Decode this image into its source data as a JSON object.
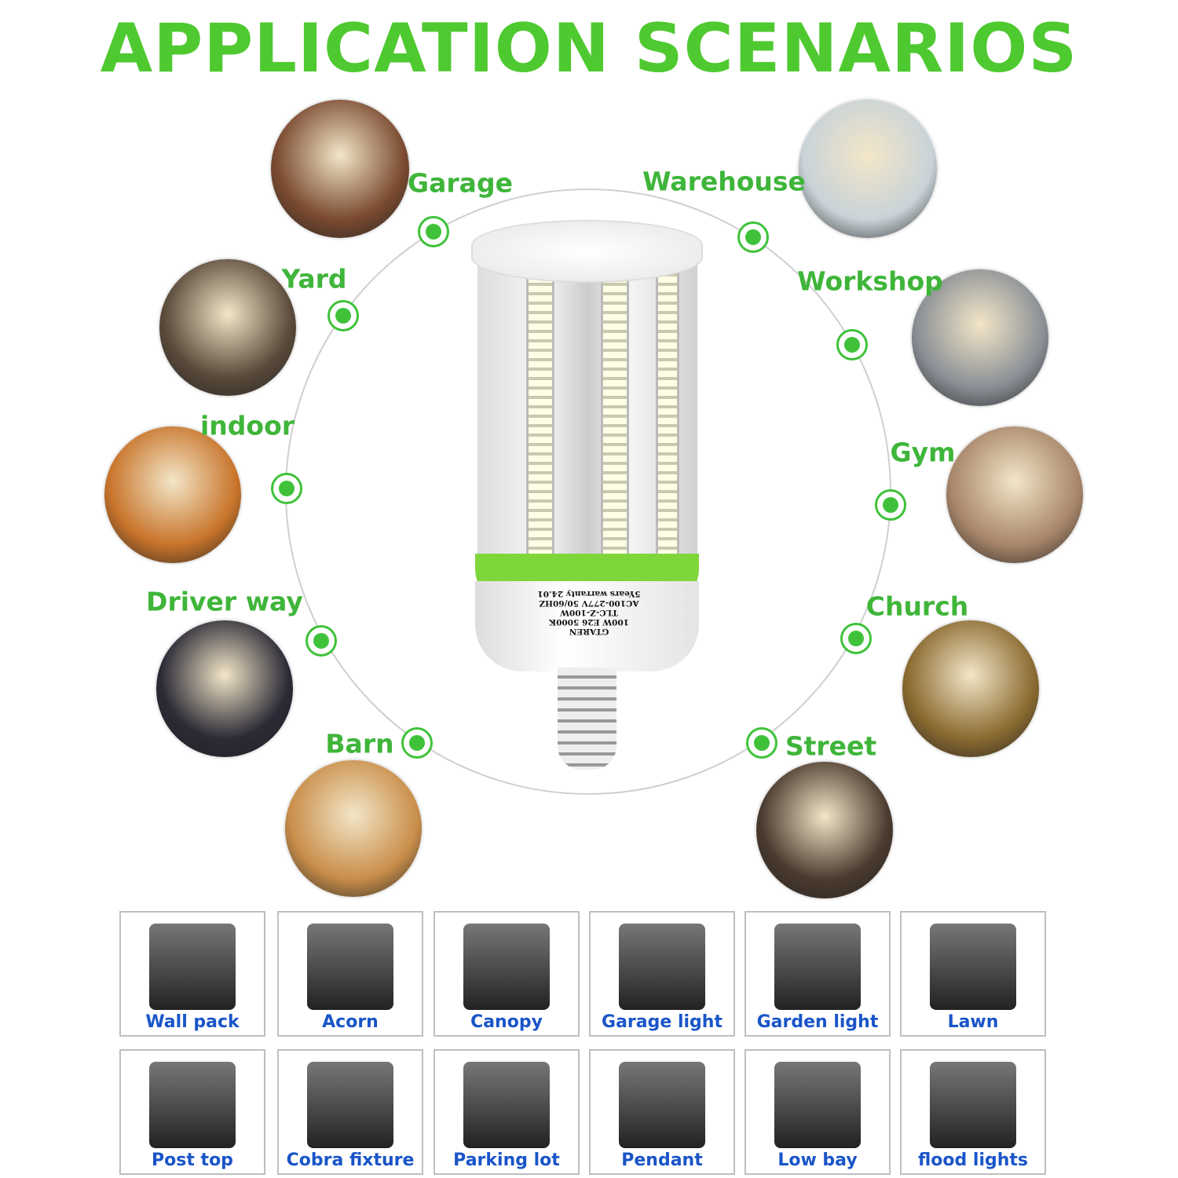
{
  "title": "APPLICATION SCENARIOS",
  "colors": {
    "title": "#4fc930",
    "label": "#3fb53a",
    "fixture_label": "#1a55c8"
  },
  "scenarios": [
    {
      "label": "Garage",
      "color": "#7a4a30"
    },
    {
      "label": "Warehouse",
      "color": "#c9d3d8"
    },
    {
      "label": "Yard",
      "color": "#5a4a3a"
    },
    {
      "label": "Workshop",
      "color": "#8a8f95"
    },
    {
      "label": "indoor",
      "color": "#c8742a"
    },
    {
      "label": "Gym",
      "color": "#a8866a"
    },
    {
      "label": "Driver way",
      "color": "#2b2a36"
    },
    {
      "label": "Church",
      "color": "#8a6a30"
    },
    {
      "label": "Barn",
      "color": "#c98e4a"
    },
    {
      "label": "Street",
      "color": "#4a3a2e"
    }
  ],
  "bulb_label": [
    "GTAREN",
    "100W E26 5000K",
    "TLC-Z-100W",
    "AC100-277V 50/60HZ",
    "5Years warranty 24.01"
  ],
  "fixtures": [
    "Wall pack",
    "Acorn",
    "Canopy",
    "Garage light",
    "Garden light",
    "Lawn",
    "Post top",
    "Cobra fixture",
    "Parking lot",
    "Pendant",
    "Low bay",
    "flood lights"
  ]
}
